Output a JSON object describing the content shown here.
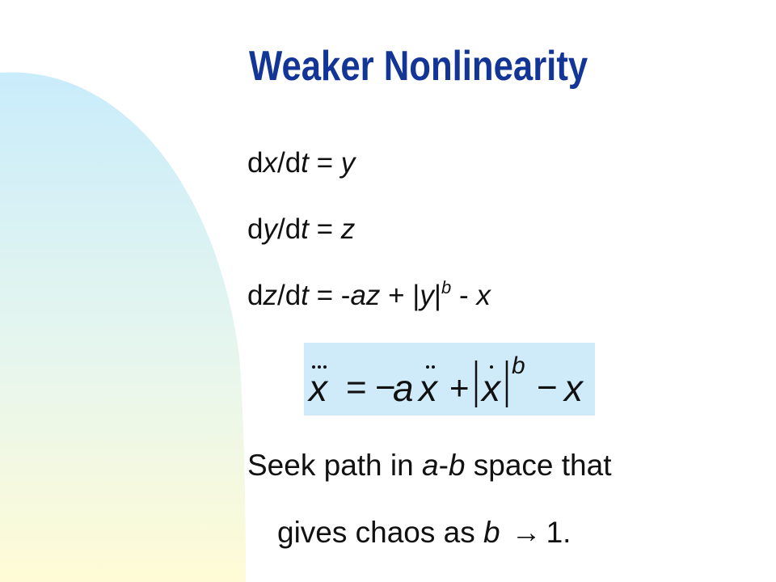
{
  "slide": {
    "title": "Weaker Nonlinearity",
    "equations": {
      "eq1": {
        "lhs_d1": "d",
        "lhs_var": "x",
        "lhs_slash": "/d",
        "lhs_t": "t",
        "equals": " = ",
        "rhs": "y"
      },
      "eq2": {
        "lhs_d1": "d",
        "lhs_var": "y",
        "lhs_slash": "/d",
        "lhs_t": "t",
        "equals": " = ",
        "rhs": "z"
      },
      "eq3": {
        "lhs_d1": "d",
        "lhs_var": "z",
        "lhs_slash": "/d",
        "lhs_t": "t",
        "equals": " = -",
        "term1": "az",
        "plus": " + |",
        "abs_var": "y",
        "abs_close": "|",
        "exponent": "b",
        "minus": " - ",
        "last": "x"
      }
    },
    "formula": {
      "lhs": "x",
      "equals": "=",
      "neg": "−",
      "coef": "a",
      "x2": "x",
      "plus": "+",
      "x3": "x",
      "exp": "b",
      "minus": "−",
      "x4": "x"
    },
    "text": {
      "seek_pre": "Seek path in ",
      "seek_a": "a",
      "seek_dash": "-",
      "seek_b": "b",
      "seek_post": " space that",
      "gives_pre": "gives chaos as ",
      "gives_b": "b",
      "arrow": "→",
      "gives_post": "1."
    },
    "colors": {
      "title": "#133596",
      "formula_bg": "#cfeaf9",
      "blob_top": "#c9ecfb",
      "blob_bottom": "#fffbd6"
    }
  }
}
